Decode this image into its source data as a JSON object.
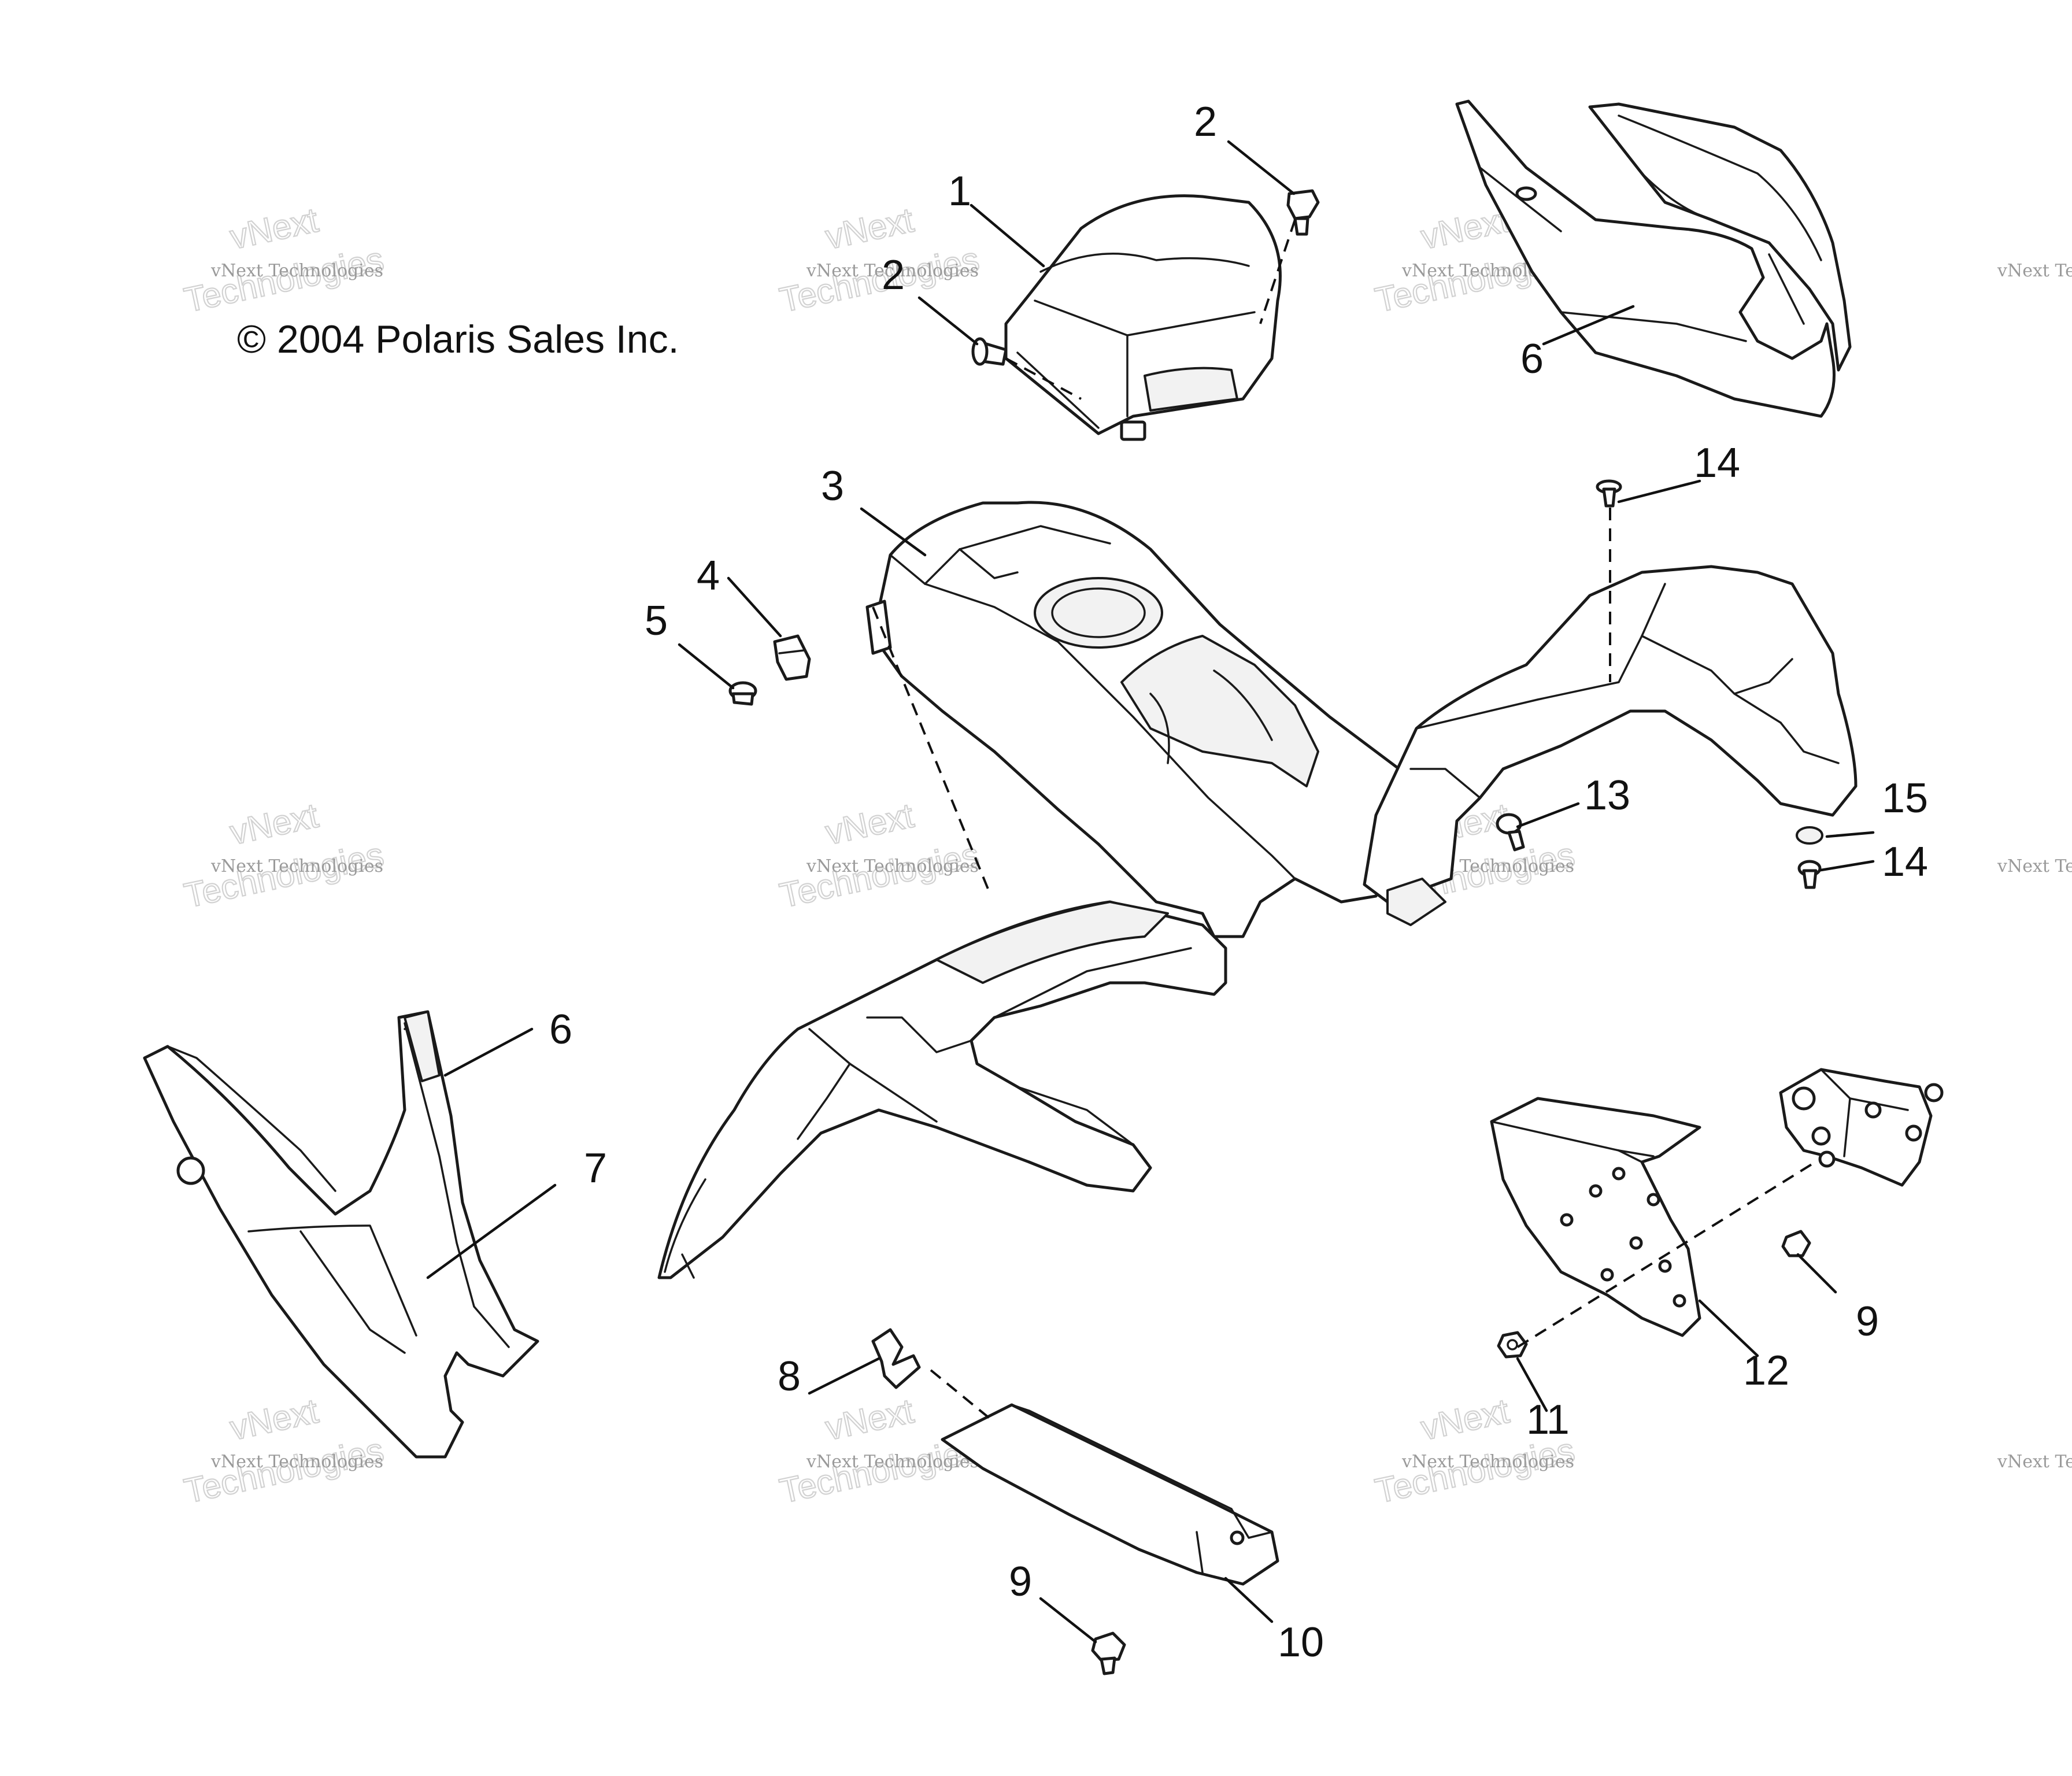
{
  "copyright": "© 2004 Polaris Sales Inc.",
  "watermark": {
    "line1": "vNext",
    "line2": "Technologies",
    "caption": "vNext Technologies"
  },
  "callouts": [
    {
      "id": "c1",
      "text": "1"
    },
    {
      "id": "c2a",
      "text": "2"
    },
    {
      "id": "c2b",
      "text": "2"
    },
    {
      "id": "c3",
      "text": "3"
    },
    {
      "id": "c4",
      "text": "4"
    },
    {
      "id": "c5",
      "text": "5"
    },
    {
      "id": "c6a",
      "text": "6"
    },
    {
      "id": "c6b",
      "text": "6"
    },
    {
      "id": "c7",
      "text": "7"
    },
    {
      "id": "c8",
      "text": "8"
    },
    {
      "id": "c9a",
      "text": "9"
    },
    {
      "id": "c9b",
      "text": "9"
    },
    {
      "id": "c10",
      "text": "10"
    },
    {
      "id": "c11",
      "text": "11"
    },
    {
      "id": "c12",
      "text": "12"
    },
    {
      "id": "c13",
      "text": "13"
    },
    {
      "id": "c14a",
      "text": "14"
    },
    {
      "id": "c14b",
      "text": "14"
    },
    {
      "id": "c15",
      "text": "15"
    }
  ]
}
